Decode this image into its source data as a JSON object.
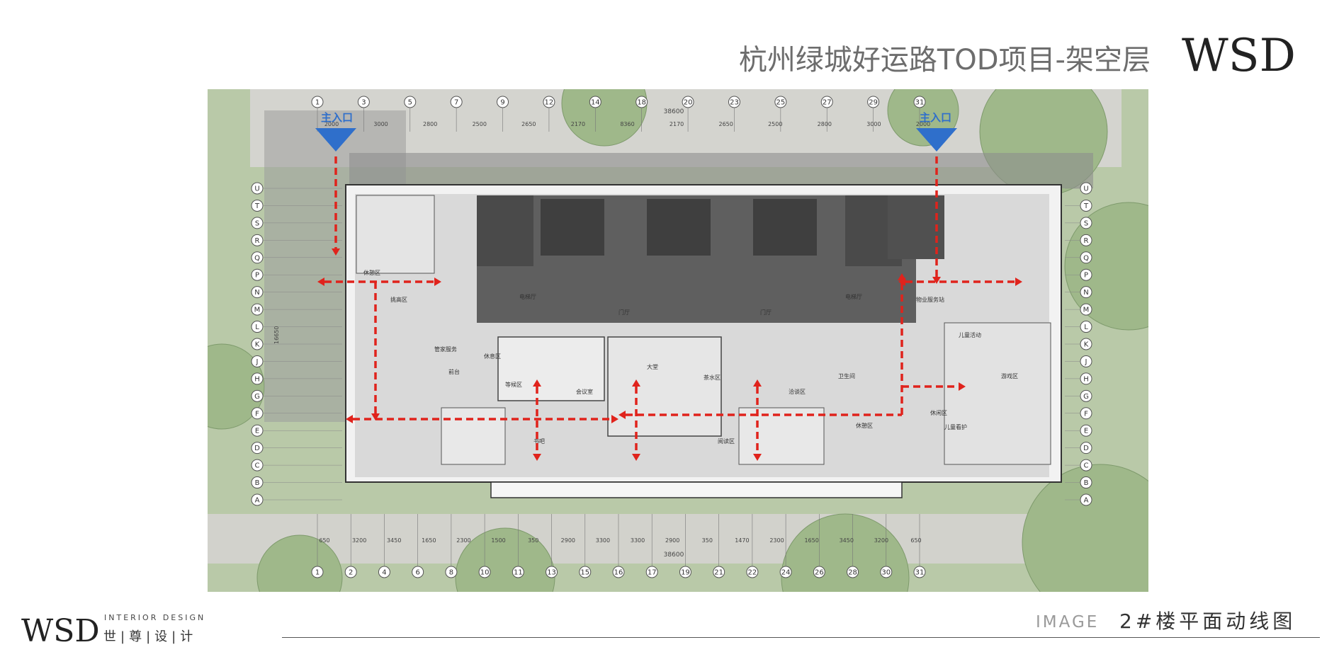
{
  "header": {
    "title": "杭州绿城好运路TOD项目-架空层",
    "logo_text": "WSD"
  },
  "footer": {
    "logo_text": "WSD",
    "logo_sub_en": "INTERIOR DESIGN",
    "logo_sub_cn": "世|尊|设|计",
    "image_label": "IMAGE",
    "caption": "2#楼平面动线图"
  },
  "plan": {
    "entrances": [
      "主入口",
      "主入口"
    ],
    "top_dimension_total": "38600",
    "bottom_dimension_total": "38600",
    "top_grid": [
      "1",
      "3",
      "5",
      "7",
      "9",
      "12",
      "14",
      "18",
      "20",
      "23",
      "25",
      "27",
      "29",
      "31"
    ],
    "top_dims": [
      "2000",
      "3000",
      "2800",
      "2500",
      "2650",
      "2170",
      "8360",
      "2170",
      "2650",
      "2500",
      "2800",
      "3000",
      "2000"
    ],
    "bottom_grid": [
      "1",
      "2",
      "4",
      "6",
      "8",
      "10",
      "11",
      "13",
      "15",
      "16",
      "17",
      "19",
      "21",
      "22",
      "24",
      "26",
      "28",
      "30",
      "31"
    ],
    "bottom_dims": [
      "650",
      "3200",
      "3450",
      "1650",
      "2300",
      "1500",
      "350",
      "2900",
      "3300",
      "3300",
      "2900",
      "350",
      "1470",
      "2300",
      "1650",
      "3450",
      "3200",
      "650"
    ],
    "row_grid": [
      "U",
      "T",
      "S",
      "R",
      "Q",
      "P",
      "N",
      "M",
      "L",
      "K",
      "J",
      "H",
      "G",
      "F",
      "E",
      "D",
      "C",
      "B",
      "A"
    ],
    "left_total": "16650",
    "room_labels": [
      "休憩区",
      "挑高区",
      "管家服务",
      "休息区",
      "前台",
      "等候区",
      "会议室",
      "电梯厅",
      "门厅",
      "门厅",
      "电梯厅",
      "大堂",
      "茶水区",
      "洽谈区",
      "卫生间",
      "休憩区",
      "阅读区",
      "儿童活动",
      "休闲区",
      "物业服务站",
      "儿童看护",
      "书吧",
      "游戏区"
    ],
    "colors": {
      "arrow": "#e0231c",
      "entrance": "#2f6fcb",
      "core": "#5b5b5b",
      "floor": "#d9d9d9",
      "grass": "#a9bf94",
      "road": "#c4c4bd"
    }
  }
}
